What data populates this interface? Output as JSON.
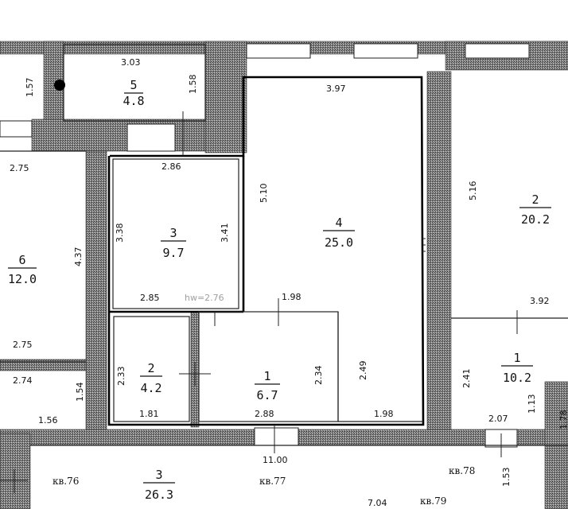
{
  "rooms": [
    {
      "id": "r5-top",
      "number": "5",
      "area": "4.8"
    },
    {
      "id": "r6-left",
      "number": "6",
      "area": "12.0"
    },
    {
      "id": "r3-main",
      "number": "3",
      "area": "9.7"
    },
    {
      "id": "r4-main",
      "number": "4",
      "area": "25.0"
    },
    {
      "id": "r2-bath",
      "number": "2",
      "area": "4.2"
    },
    {
      "id": "r1-hall",
      "number": "1",
      "area": "6.7"
    },
    {
      "id": "r2-right",
      "number": "2",
      "area": "20.2"
    },
    {
      "id": "r1-right",
      "number": "1",
      "area": "10.2"
    },
    {
      "id": "r3-bottom",
      "number": "3",
      "area": "26.3"
    }
  ],
  "dimensions": [
    "3.03",
    "1.57",
    "1.58",
    "3.97",
    "2.75",
    "2.86",
    "5.10",
    "5.16",
    "3.38",
    "3.41",
    "4.37",
    "2.85",
    "1.98",
    "3.92",
    "2.75",
    "2.33",
    "2.34",
    "2.49",
    "2.41",
    "2.74",
    "1.54",
    "1.81",
    "2.88",
    "1.98",
    "2.07",
    "1.13",
    "1.56",
    "11.00",
    "1.53",
    "7.04",
    "1.78"
  ],
  "apartments": [
    "кв.76",
    "кв.77",
    "кв.78",
    "кв.79"
  ],
  "faint_labels": [
    "hw=2.76"
  ]
}
